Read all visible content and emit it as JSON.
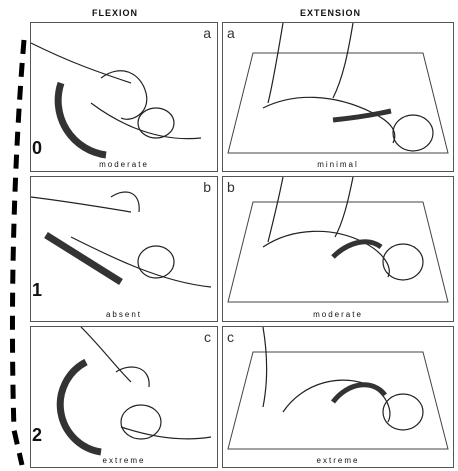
{
  "headers": {
    "flexion": "FLEXION",
    "extension": "EXTENSION"
  },
  "rows": [
    {
      "score": "0",
      "flex_letter": "a",
      "ext_letter": "a",
      "flex_caption": "moderate",
      "ext_caption": "minimal"
    },
    {
      "score": "1",
      "flex_letter": "b",
      "ext_letter": "b",
      "flex_caption": "absent",
      "ext_caption": "moderate"
    },
    {
      "score": "2",
      "flex_letter": "c",
      "ext_letter": "c",
      "flex_caption": "extreme",
      "ext_caption": "extreme"
    }
  ],
  "colors": {
    "arc": "#333333",
    "line": "#222222",
    "dash": "#000000"
  }
}
